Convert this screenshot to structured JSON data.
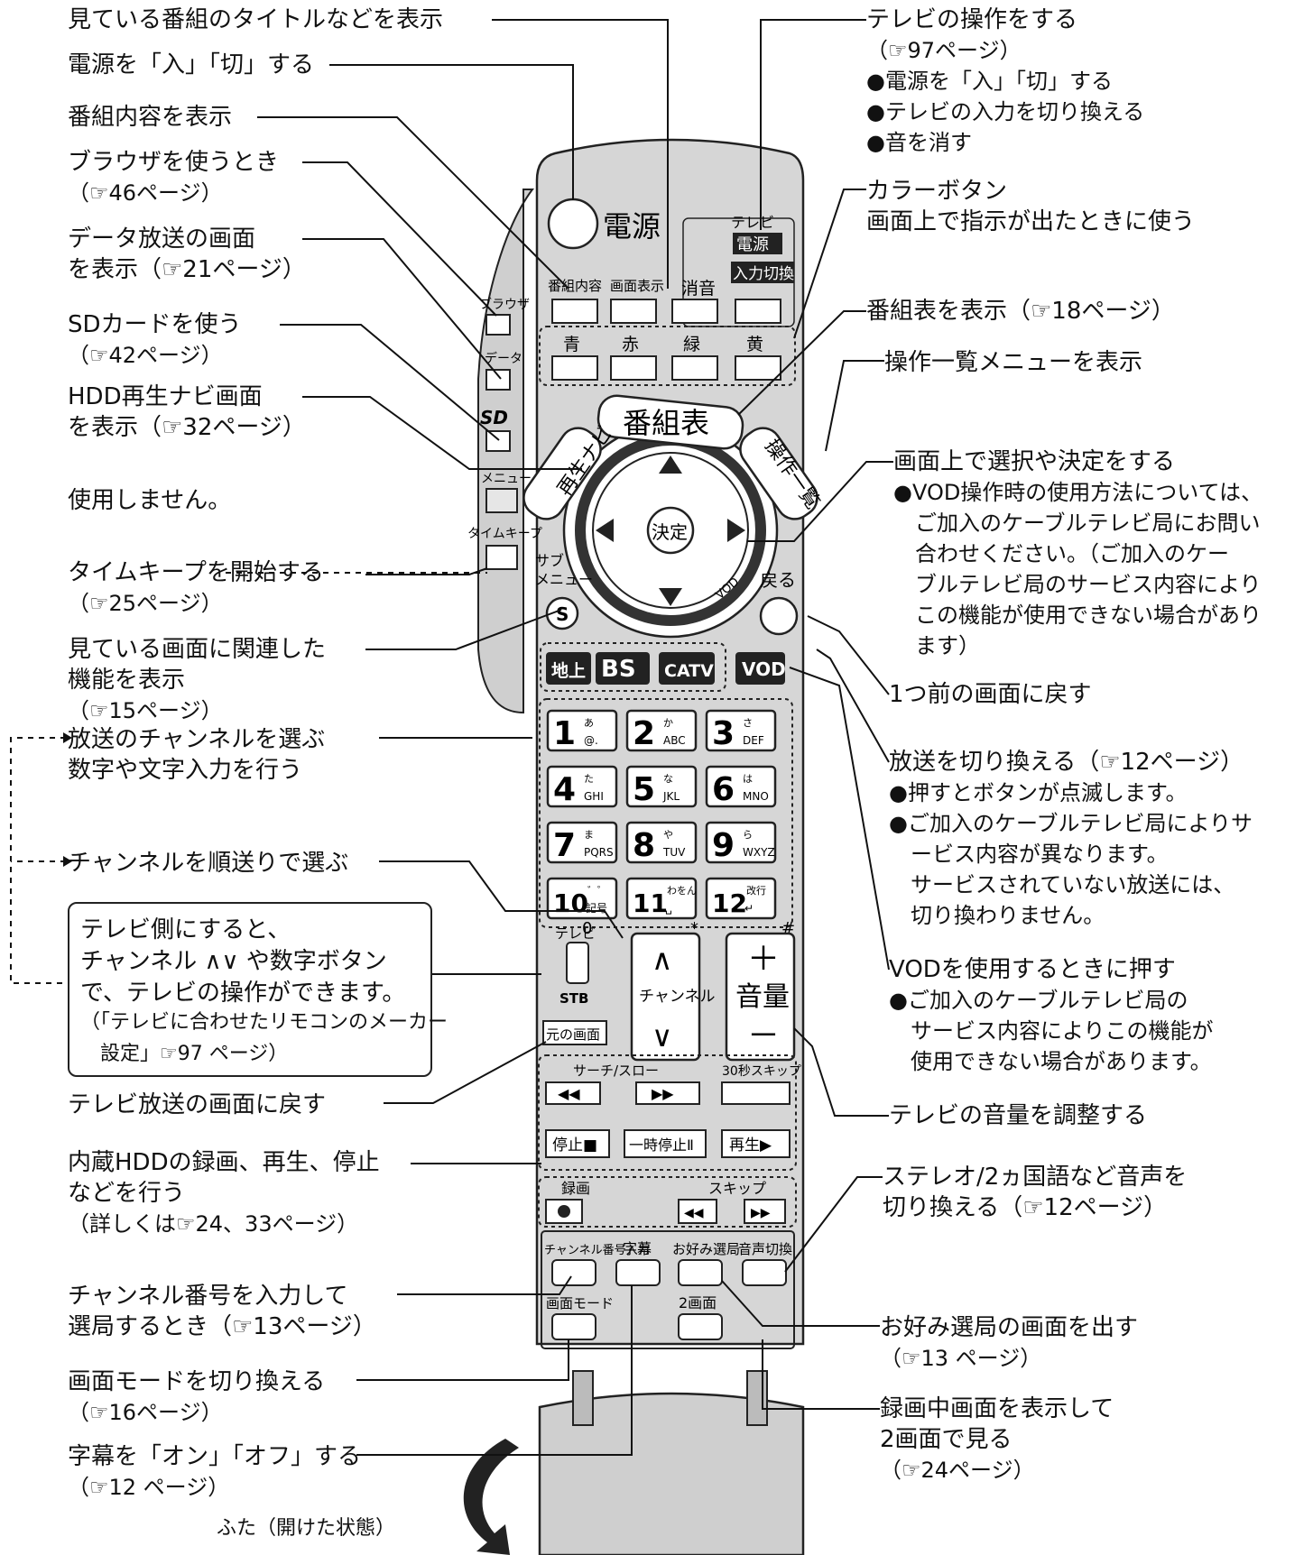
{
  "labels_left": [
    {
      "id": "title",
      "lines": [
        "見ている番組のタイトルなどを表示"
      ]
    },
    {
      "id": "power",
      "lines": [
        "電源を「入」「切」する"
      ]
    },
    {
      "id": "prog-info",
      "lines": [
        "番組内容を表示"
      ]
    },
    {
      "id": "browser",
      "lines": [
        "ブラウザを使うとき",
        "（☞46ページ）"
      ]
    },
    {
      "id": "data",
      "lines": [
        "データ放送の画面",
        "を表示（☞21ページ）"
      ]
    },
    {
      "id": "sd",
      "lines": [
        "SDカードを使う",
        "（☞42ページ）"
      ]
    },
    {
      "id": "hdd-navi",
      "lines": [
        "HDD再生ナビ画面",
        "を表示（☞32ページ）"
      ]
    },
    {
      "id": "unused",
      "lines": [
        "使用しません。"
      ]
    },
    {
      "id": "timekeep",
      "lines": [
        "タイムキープを開始する",
        "（☞25ページ）"
      ]
    },
    {
      "id": "related",
      "lines": [
        "見ている画面に関連した",
        "機能を表示",
        "（☞15ページ）"
      ]
    },
    {
      "id": "channel-select",
      "lines": [
        "放送のチャンネルを選ぶ",
        "数字や文字入力を行う"
      ]
    },
    {
      "id": "channel-seq",
      "lines": [
        "チャンネルを順送りで選ぶ"
      ]
    },
    {
      "id": "tv-return",
      "lines": [
        "テレビ放送の画面に戻す"
      ]
    },
    {
      "id": "hdd-rec",
      "lines": [
        "内蔵HDDの録画、再生、停止",
        "などを行う",
        "（詳しくは☞24、33ページ）"
      ]
    },
    {
      "id": "ch-number",
      "lines": [
        "チャンネル番号を入力して",
        "選局するとき（☞13ページ）"
      ]
    },
    {
      "id": "screen-mode",
      "lines": [
        "画面モードを切り換える",
        "（☞16ページ）"
      ]
    },
    {
      "id": "subtitle",
      "lines": [
        "字幕を「オン」「オフ」する",
        "（☞12 ページ）"
      ]
    }
  ],
  "labels_right": [
    {
      "id": "tv-op",
      "lines": [
        "テレビの操作をする",
        "（☞97ページ）",
        "●電源を「入」「切」する",
        "●テレビの入力を切り換える",
        "●音を消す"
      ]
    },
    {
      "id": "color",
      "lines": [
        "カラーボタン",
        "画面上で指示が出たときに使う"
      ]
    },
    {
      "id": "epg",
      "lines": [
        "番組表を表示（☞18ページ）"
      ]
    },
    {
      "id": "menu-list",
      "lines": [
        "操作一覧メニューを表示"
      ]
    },
    {
      "id": "select",
      "lines": [
        "画面上で選択や決定をする",
        "●VOD操作時の使用方法については、",
        "　ご加入のケーブルテレビ局にお問い",
        "　合わせください。（ご加入のケー",
        "　ブルテレビ局のサービス内容により",
        "　この機能が使用できない場合があり",
        "　ます）"
      ]
    },
    {
      "id": "back",
      "lines": [
        "1つ前の画面に戻す"
      ]
    },
    {
      "id": "broadcast",
      "lines": [
        "放送を切り換える（☞12ページ）",
        "●押すとボタンが点滅します。",
        "●ご加入のケーブルテレビ局によりサ",
        "　ービス内容が異なります。",
        "　サービスされていない放送には、",
        "　切り換わりません。"
      ]
    },
    {
      "id": "vod",
      "lines": [
        "VODを使用するときに押す",
        "●ご加入のケーブルテレビ局の",
        "　サービス内容によりこの機能が",
        "　使用できない場合があります。"
      ]
    },
    {
      "id": "volume",
      "lines": [
        "テレビの音量を調整する"
      ]
    },
    {
      "id": "audio",
      "lines": [
        "ステレオ/2ヵ国語など音声を",
        "切り換える（☞12ページ）"
      ]
    },
    {
      "id": "favorite",
      "lines": [
        "お好み選局の画面を出す",
        "（☞13 ページ）"
      ]
    },
    {
      "id": "dual",
      "lines": [
        "録画中画面を表示して",
        "2画面で見る",
        "（☞24ページ）"
      ]
    }
  ],
  "note_box": {
    "lines": [
      "テレビ側にすると、",
      "チャンネル ∧∨ や数字ボタン",
      "で、テレビの操作ができます。",
      "（「テレビに合わせたリモコンのメーカー",
      "　設定」☞97 ページ）"
    ]
  },
  "lid_caption": "ふた（開けた状態）",
  "remote": {
    "power": "電源",
    "tv_group": "テレビ",
    "tv_power": "電源",
    "input_switch": "入力切換",
    "prog_info": "番組内容",
    "display": "画面表示",
    "mute": "消音",
    "colors": [
      "青",
      "赤",
      "緑",
      "黄"
    ],
    "browser": "ブラウザ",
    "data": "データ",
    "menu": "メニュー",
    "timekeep": "タイムキープ",
    "epg": "番組表",
    "navi": "再生ナビ",
    "op_list": "操作一覧",
    "enter": "決定",
    "vod_arc": "VOD",
    "sub_menu": "サブ\nメニュー",
    "s": "S",
    "back": "戻る",
    "broadcast": [
      "地上",
      "BS",
      "CATV"
    ],
    "vod": "VOD",
    "keys": [
      {
        "n": "1",
        "k": "あ",
        "s": "@."
      },
      {
        "n": "2",
        "k": "か",
        "s": "ABC"
      },
      {
        "n": "3",
        "k": "さ",
        "s": "DEF"
      },
      {
        "n": "4",
        "k": "た",
        "s": "GHI"
      },
      {
        "n": "5",
        "k": "な",
        "s": "JKL"
      },
      {
        "n": "6",
        "k": "は",
        "s": "MNO"
      },
      {
        "n": "7",
        "k": "ま",
        "s": "PQRS"
      },
      {
        "n": "8",
        "k": "や",
        "s": "TUV"
      },
      {
        "n": "9",
        "k": "ら",
        "s": "WXYZ"
      },
      {
        "n": "10",
        "k": "゛゜",
        "s": "記号"
      },
      {
        "n": "11",
        "k": "わをん",
        "s": "␣"
      },
      {
        "n": "12",
        "k": "改行",
        "s": "↵"
      }
    ],
    "key_marks": [
      "0",
      "*",
      "#"
    ],
    "tv_switch_top": "テレビ",
    "tv_switch_bottom": "STB",
    "channel": "チャンネル",
    "volume": "音量",
    "original_screen": "元の画面",
    "search_slow": "サーチ/スロー",
    "skip30": "30秒スキップ",
    "stop": "停止■",
    "pause": "一時停止Ⅱ",
    "play": "再生▶",
    "rec": "録画",
    "skip": "スキップ",
    "ch_input": "チャンネル番号入力",
    "jimaku": "字幕",
    "favorite": "お好み選局",
    "audio": "音声切換",
    "screen_mode": "画面モード",
    "dual": "2画面"
  }
}
